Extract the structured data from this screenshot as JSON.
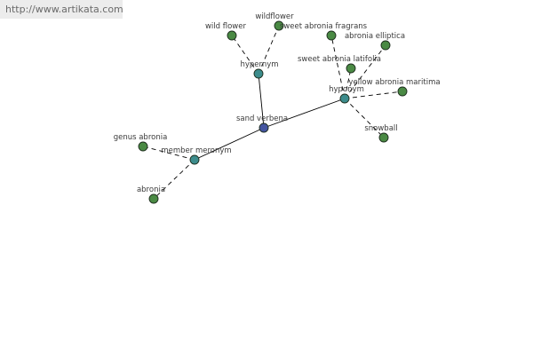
{
  "site_url": "http://www.artikata.com",
  "colors": {
    "center": "#4455a0",
    "relation": "#3c8c8c",
    "leaf": "#4a8a44",
    "node_stroke": "#1e2e1e",
    "edge": "#000000"
  },
  "nodes": [
    {
      "id": "sand-verbena",
      "label": "sand verbena",
      "kind": "center"
    },
    {
      "id": "hypernym",
      "label": "hypernym",
      "kind": "relation"
    },
    {
      "id": "hyponym",
      "label": "hyponym",
      "kind": "relation"
    },
    {
      "id": "member-meronym",
      "label": "member meronym",
      "kind": "relation"
    },
    {
      "id": "wild-flower",
      "label": "wild flower",
      "kind": "leaf"
    },
    {
      "id": "wildflower",
      "label": "wildflower",
      "kind": "leaf"
    },
    {
      "id": "sweet-abronia-fragrans",
      "label": "sweet abronia fragrans",
      "kind": "leaf"
    },
    {
      "id": "abronia-elliptica",
      "label": "abronia elliptica",
      "kind": "leaf"
    },
    {
      "id": "sweet-abronia-latifolia",
      "label": "sweet abronia latifolia",
      "kind": "leaf"
    },
    {
      "id": "yellow-abronia-maritima",
      "label": "yellow abronia maritima",
      "kind": "leaf"
    },
    {
      "id": "snowball",
      "label": "snowball",
      "kind": "leaf"
    },
    {
      "id": "genus-abronia",
      "label": "genus abronia",
      "kind": "leaf"
    },
    {
      "id": "abronia",
      "label": "abronia",
      "kind": "leaf"
    }
  ],
  "edges": [
    {
      "from": "sand-verbena",
      "to": "hypernym",
      "style": "solid"
    },
    {
      "from": "sand-verbena",
      "to": "hyponym",
      "style": "solid"
    },
    {
      "from": "sand-verbena",
      "to": "member-meronym",
      "style": "solid"
    },
    {
      "from": "hypernym",
      "to": "wild-flower",
      "style": "dashed"
    },
    {
      "from": "hypernym",
      "to": "wildflower",
      "style": "dashed"
    },
    {
      "from": "hyponym",
      "to": "sweet-abronia-fragrans",
      "style": "dashed"
    },
    {
      "from": "hyponym",
      "to": "abronia-elliptica",
      "style": "dashed"
    },
    {
      "from": "hyponym",
      "to": "sweet-abronia-latifolia",
      "style": "dashed"
    },
    {
      "from": "hyponym",
      "to": "yellow-abronia-maritima",
      "style": "dashed"
    },
    {
      "from": "hyponym",
      "to": "snowball",
      "style": "dashed"
    },
    {
      "from": "member-meronym",
      "to": "genus-abronia",
      "style": "dashed"
    },
    {
      "from": "member-meronym",
      "to": "abronia",
      "style": "dashed"
    }
  ]
}
